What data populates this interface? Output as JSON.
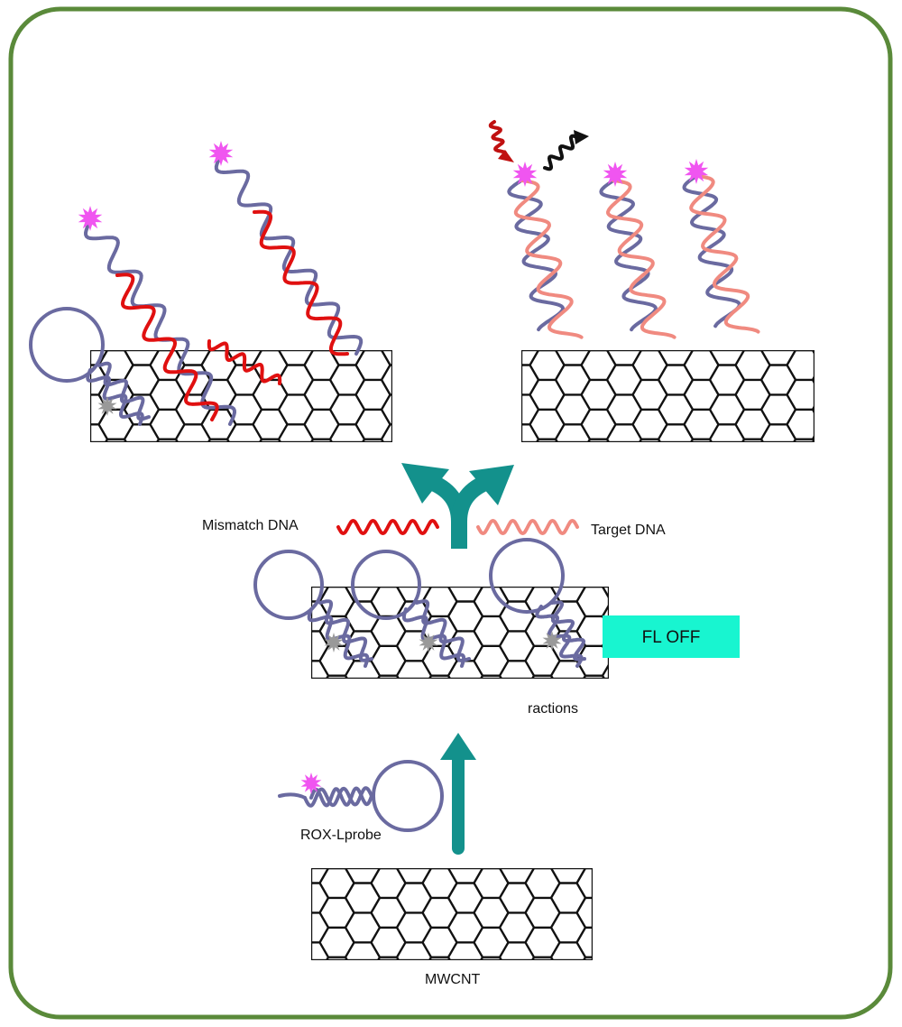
{
  "labels": {
    "mismatch": "Mismatch DNA",
    "target": "Target DNA",
    "fl_off": "FL OFF",
    "fractions": "ractions",
    "probe": "ROX-Lprobe",
    "mwcnt": "MWCNT"
  },
  "colors": {
    "frame": "#5a8a3a",
    "probe_strand": "#6a6aa0",
    "mismatch_strand": "#e01010",
    "target_strand": "#f08a80",
    "arrow": "#13918c",
    "fl_off_box": "#18f5d0",
    "fluorophore": "#f055f0",
    "quenched_dye": "#999999"
  },
  "icons": [
    "magenta-star-fluorophore-icon",
    "grey-star-quenched-icon",
    "teal-up-arrow-icon",
    "teal-split-arrow-icon",
    "red-wavy-arrow-icon",
    "black-wavy-arrow-icon"
  ]
}
